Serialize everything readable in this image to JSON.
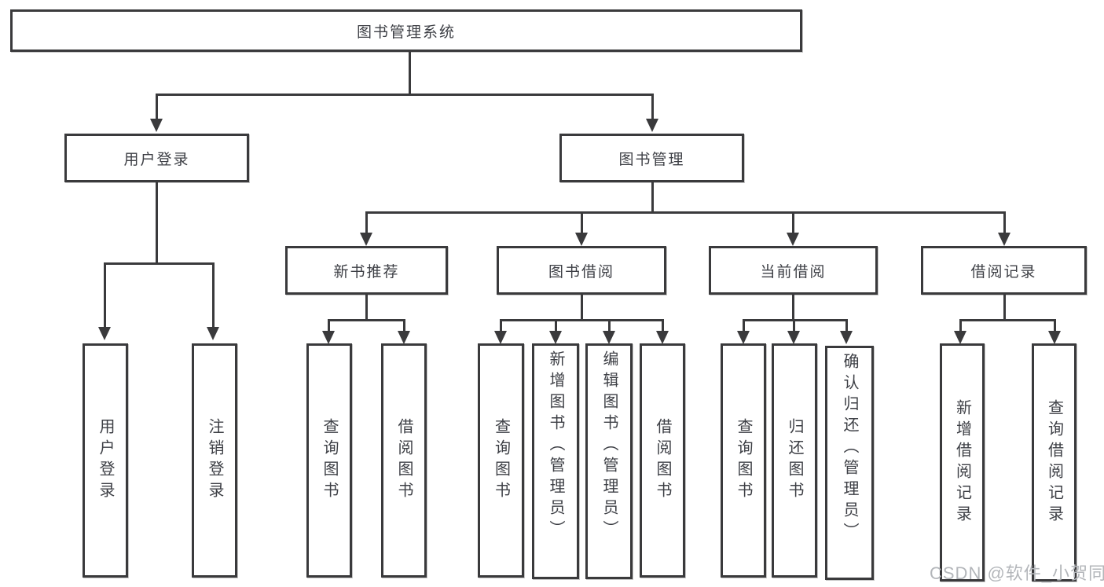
{
  "watermark": "CSDN @软件_小贺同学",
  "diagram": {
    "root": "图书管理系统",
    "user_login": {
      "label": "用户登录",
      "children": [
        "用户登录",
        "注销登录"
      ]
    },
    "book_management": {
      "label": "图书管理",
      "sections": [
        {
          "label": "新书推荐",
          "children": [
            "查询图书",
            "借阅图书"
          ]
        },
        {
          "label": "图书借阅",
          "children": [
            "查询图书",
            "新增图书（管理员）",
            "编辑图书（管理员）",
            "借阅图书"
          ]
        },
        {
          "label": "当前借阅",
          "children": [
            "查询图书",
            "归还图书",
            "确认归还（管理员）"
          ]
        },
        {
          "label": "借阅记录",
          "children": [
            "新增借阅记录",
            "查询借阅记录"
          ]
        }
      ]
    }
  }
}
